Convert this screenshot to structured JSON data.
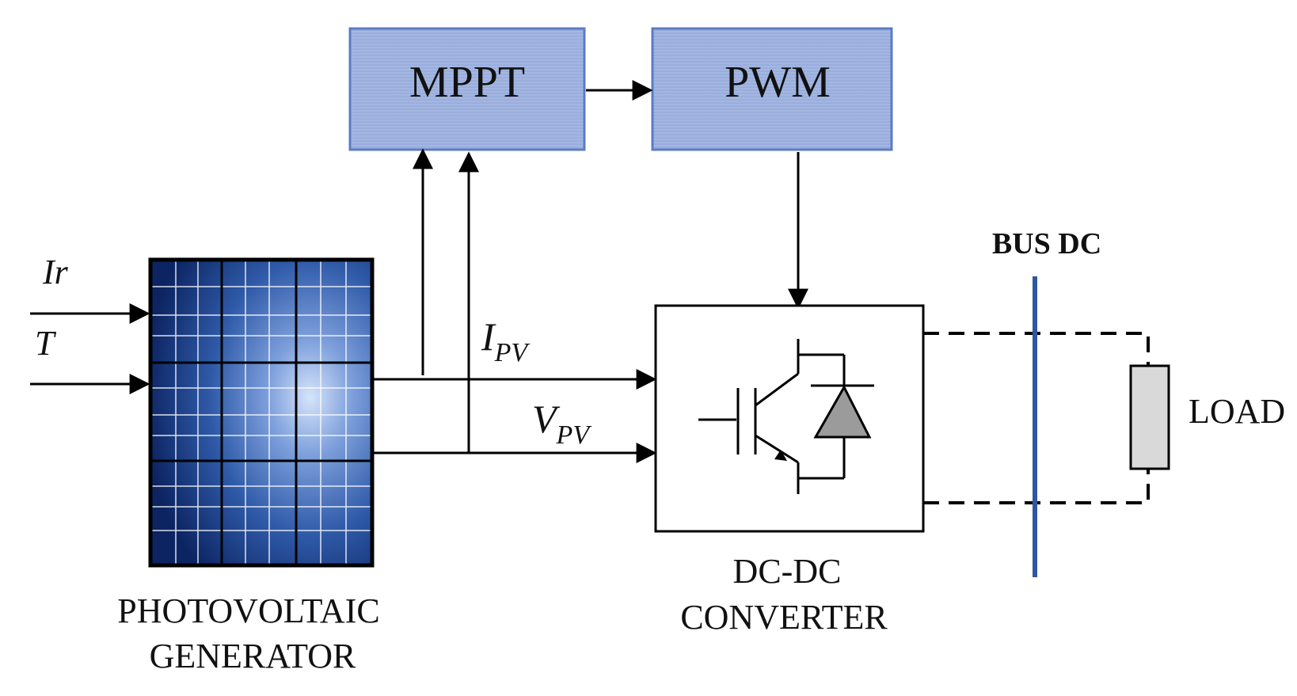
{
  "blocks": {
    "mppt": "MPPT",
    "pwm": "PWM"
  },
  "inputs": {
    "irradiance": "Ir",
    "temperature": "T"
  },
  "signals": {
    "current": {
      "main": "I",
      "sub": "PV"
    },
    "voltage": {
      "main": "V",
      "sub": "PV"
    }
  },
  "labels": {
    "pv_line1": "PHOTOVOLTAIC",
    "pv_line2": "GENERATOR",
    "conv_line1": "DC-DC",
    "conv_line2": "CONVERTER",
    "bus": "BUS DC",
    "load": "LOAD"
  },
  "colors": {
    "block_fill": "#9aaedc",
    "block_border": "#5b7cc4",
    "bus": "#2f56a0",
    "panel_dark": "#0e2a66",
    "panel_light": "#b8cdf0",
    "diode_fill": "#9b9b9b",
    "load_fill": "#d9d9d9"
  }
}
